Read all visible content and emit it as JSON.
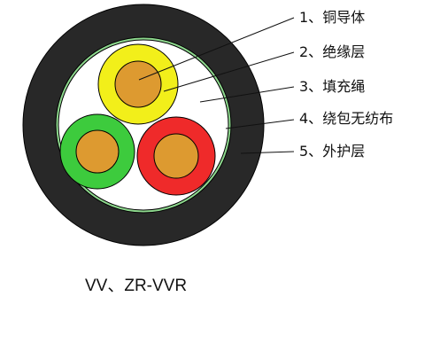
{
  "labels": [
    {
      "num": "1、",
      "text": "铜导体"
    },
    {
      "num": "2、",
      "text": "绝缘层"
    },
    {
      "num": "3、",
      "text": "填充绳"
    },
    {
      "num": "4、",
      "text": "绕包无纺布"
    },
    {
      "num": "5、",
      "text": "外护层"
    }
  ],
  "caption": "VV、ZR-VVR",
  "colors": {
    "sheath": "#282828",
    "wrap_ring": "#8ed88e",
    "filler": "#ffffff",
    "copper": "#dd9a30",
    "insulation_yellow": "#f2ef1a",
    "insulation_green": "#3dcb3d",
    "insulation_red": "#ef2a2a",
    "leader_line": "#111111"
  }
}
